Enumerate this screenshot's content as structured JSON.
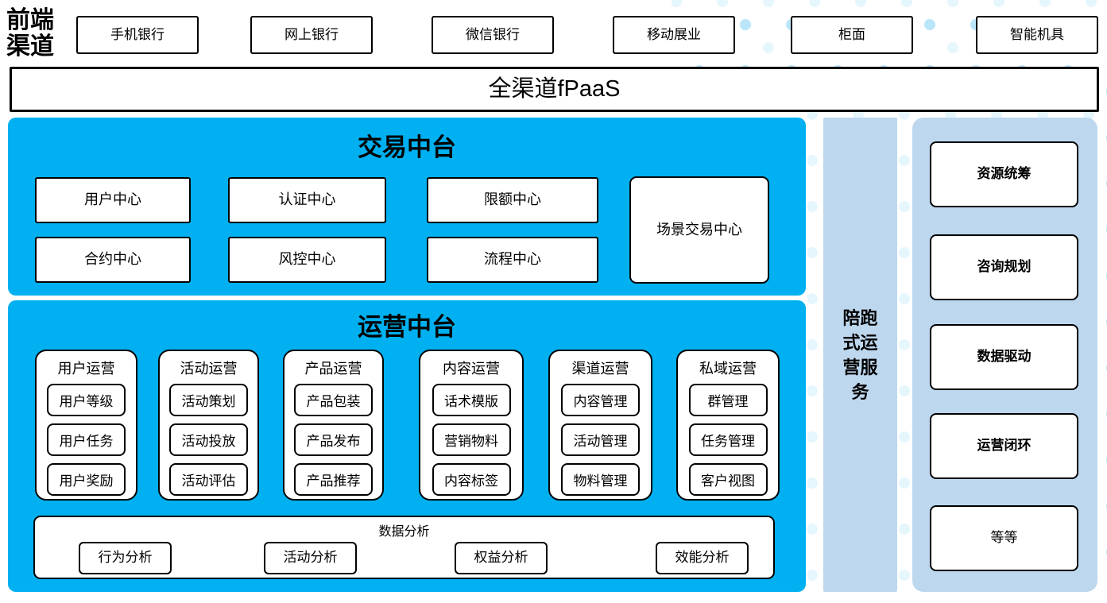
{
  "colors": {
    "accent_blue": "#00B0F0",
    "light_blue": "#BDD7EE",
    "dot_blue": "#BFE6F8",
    "border": "#000000"
  },
  "frontend_channels": {
    "label": "前端渠道",
    "items": [
      "手机银行",
      "网上银行",
      "微信银行",
      "移动展业",
      "柜面",
      "智能机具"
    ]
  },
  "fpaas": {
    "label": "全渠道fPaaS"
  },
  "trade_platform": {
    "title": "交易中台",
    "row1": [
      "用户中心",
      "认证中心",
      "限额中心"
    ],
    "row2": [
      "合约中心",
      "风控中心",
      "流程中心"
    ],
    "scene_center": "场景交易中心"
  },
  "ops_platform": {
    "title": "运营中台",
    "columns": [
      {
        "title": "用户运营",
        "items": [
          "用户等级",
          "用户任务",
          "用户奖励"
        ]
      },
      {
        "title": "活动运营",
        "items": [
          "活动策划",
          "活动投放",
          "活动评估"
        ]
      },
      {
        "title": "产品运营",
        "items": [
          "产品包装",
          "产品发布",
          "产品推荐"
        ]
      },
      {
        "title": "内容运营",
        "items": [
          "话术模版",
          "营销物料",
          "内容标签"
        ]
      },
      {
        "title": "渠道运营",
        "items": [
          "内容管理",
          "活动管理",
          "物料管理"
        ]
      },
      {
        "title": "私域运营",
        "items": [
          "群管理",
          "任务管理",
          "客户视图"
        ]
      }
    ],
    "analysis": {
      "title": "数据分析",
      "items": [
        "行为分析",
        "活动分析",
        "权益分析",
        "效能分析"
      ]
    }
  },
  "side_service": {
    "label": "陪跑式运营服务"
  },
  "right_panel": {
    "items": [
      "资源统筹",
      "咨询规划",
      "数据驱动",
      "运营闭环",
      "等等"
    ]
  }
}
